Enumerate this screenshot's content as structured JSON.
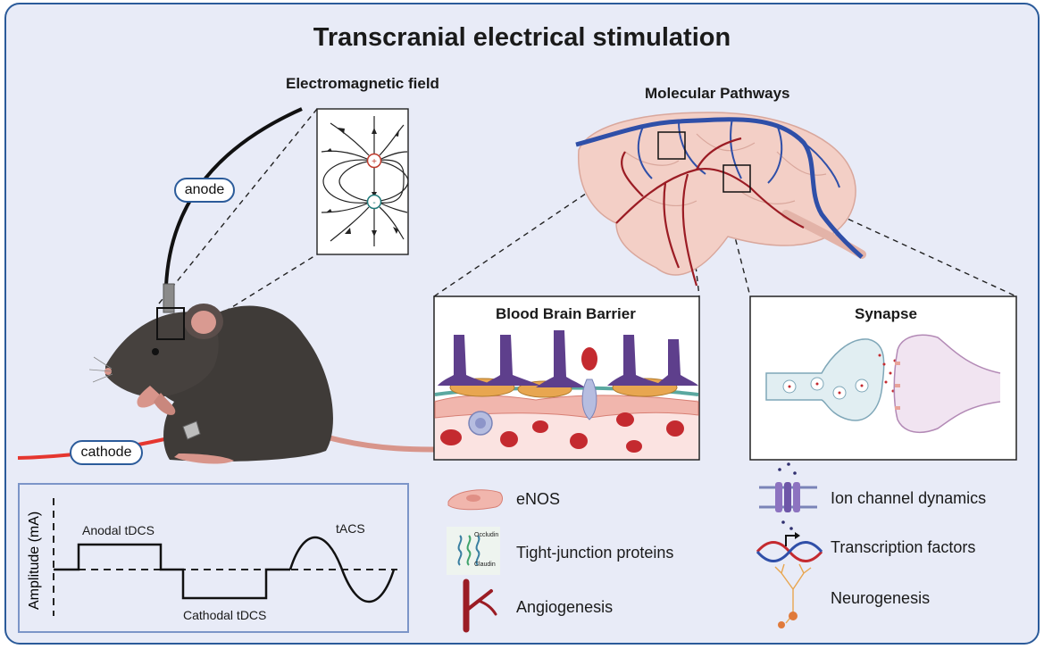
{
  "title": "Transcranial electrical stimulation",
  "sections": {
    "electromagnetic_field": "Electromagnetic field",
    "molecular_pathways": "Molecular Pathways",
    "blood_brain_barrier": "Blood Brain Barrier",
    "synapse": "Synapse"
  },
  "electrodes": {
    "anode": "anode",
    "cathode": "cathode",
    "plus_sign": "+",
    "minus_sign": "-"
  },
  "waveform": {
    "y_label": "Amplitude (mA)",
    "anodal": "Anodal tDCS",
    "cathodal": "Cathodal tDCS",
    "tacs": "tACS"
  },
  "legend_left": [
    {
      "label": "eNOS",
      "icon": "endothelial-cell-icon"
    },
    {
      "label": "Tight-junction proteins",
      "icon": "tight-junction-icon"
    },
    {
      "label": "Angiogenesis",
      "icon": "blood-vessel-branch-icon"
    }
  ],
  "tight_junction_icon_text": {
    "top": "Occludin",
    "bottom": "Claudin"
  },
  "legend_right": [
    {
      "label": "Ion channel dynamics",
      "icon": "ion-channel-icon"
    },
    {
      "label": "Transcription factors",
      "icon": "dna-icon"
    },
    {
      "label": "Neurogenesis",
      "icon": "neuron-icon"
    }
  ],
  "colors": {
    "background_panel": "#e8ebf7",
    "border_blue": "#2b5b9a",
    "mouse_body": "#3f3b38",
    "brain_fill": "#f3cfc6",
    "vessel_blue": "#2f4fa8",
    "vessel_red": "#9b1c24",
    "red_blood_cell": "#c42a2f",
    "astrocyte_purple": "#5e3f8c",
    "cable_red": "#e5362f"
  }
}
